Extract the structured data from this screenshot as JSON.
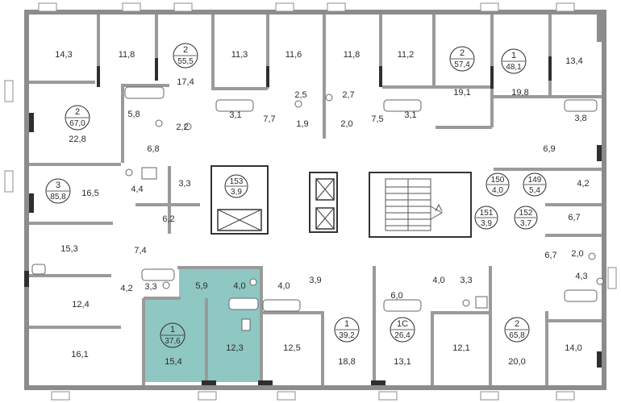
{
  "plan": {
    "apartments": [
      {
        "id": "apt-2-55",
        "number": "2",
        "area": "55,5"
      },
      {
        "id": "apt-2-57",
        "number": "2",
        "area": "57,4"
      },
      {
        "id": "apt-1-48",
        "number": "1",
        "area": "48,1"
      },
      {
        "id": "apt-2-67",
        "number": "2",
        "area": "67,0"
      },
      {
        "id": "apt-3-85",
        "number": "3",
        "area": "85,8"
      },
      {
        "id": "apt-1-37",
        "number": "1",
        "area": "37,6"
      },
      {
        "id": "apt-1-39",
        "number": "1",
        "area": "39,2"
      },
      {
        "id": "apt-1c-26",
        "number": "1С",
        "area": "26,4"
      },
      {
        "id": "apt-2-65",
        "number": "2",
        "area": "65,8"
      }
    ],
    "storage": [
      {
        "id": "st-153",
        "number": "153",
        "area": "3,9"
      },
      {
        "id": "st-150",
        "number": "150",
        "area": "4,0"
      },
      {
        "id": "st-149",
        "number": "149",
        "area": "5,4"
      },
      {
        "id": "st-151",
        "number": "151",
        "area": "3,9"
      },
      {
        "id": "st-152",
        "number": "152",
        "area": "3,7"
      }
    ],
    "rooms": [
      "14,3",
      "11,8",
      "17,4",
      "11,3",
      "11,6",
      "11,8",
      "11,2",
      "19,1",
      "19,8",
      "13,4",
      "5,8",
      "2,2",
      "3,1",
      "2,5",
      "1,9",
      "7,7",
      "2,7",
      "2,0",
      "7,5",
      "3,1",
      "3,8",
      "6,9",
      "22,8",
      "6,8",
      "16,5",
      "4,4",
      "3,3",
      "4,2",
      "6,2",
      "6,7",
      "15,3",
      "7,4",
      "6,7",
      "2,0",
      "4,3",
      "4,2",
      "3,3",
      "5,9",
      "4,0",
      "4,0",
      "3,9",
      "4,0",
      "3,3",
      "6,0",
      "12,4",
      "16,1",
      "15,4",
      "12,3",
      "12,5",
      "18,8",
      "13,1",
      "12,1",
      "20,0",
      "14,0"
    ],
    "highlighted_apartment": "apt-1-37",
    "colors": {
      "highlight": "#8fc7c2",
      "wall": "#8c8c8c",
      "background": "#ffffff"
    }
  }
}
